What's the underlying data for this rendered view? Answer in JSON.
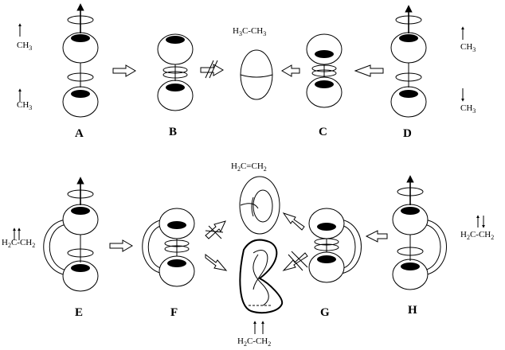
{
  "labels": {
    "A": "A",
    "B": "B",
    "C": "C",
    "D": "D",
    "E": "E",
    "F": "F",
    "G": "G",
    "H": "H"
  },
  "chem": {
    "a_top": {
      "main": "CH",
      "sub": "3"
    },
    "a_bot": {
      "main": "CH",
      "sub": "3"
    },
    "d_top": {
      "main": "CH",
      "sub": "3"
    },
    "d_bot": {
      "main": "CH",
      "sub": "3"
    },
    "ethane": {
      "a": "H",
      "a_sub": "3",
      "b": "C-CH",
      "b_sub": "3"
    },
    "ethylene": {
      "a": "H",
      "a_sub": "2",
      "b": "C=CH",
      "b_sub": "2"
    },
    "e_diradical": {
      "a": "H",
      "a_sub": "2",
      "b": "C-CH",
      "b_sub": "2"
    },
    "h_diradical": {
      "a": "H",
      "a_sub": "2",
      "b": "C-CH",
      "b_sub": "2"
    },
    "bottom_diradical": {
      "a": "H",
      "a_sub": "2",
      "b": "C-CH",
      "b_sub": "2"
    }
  }
}
